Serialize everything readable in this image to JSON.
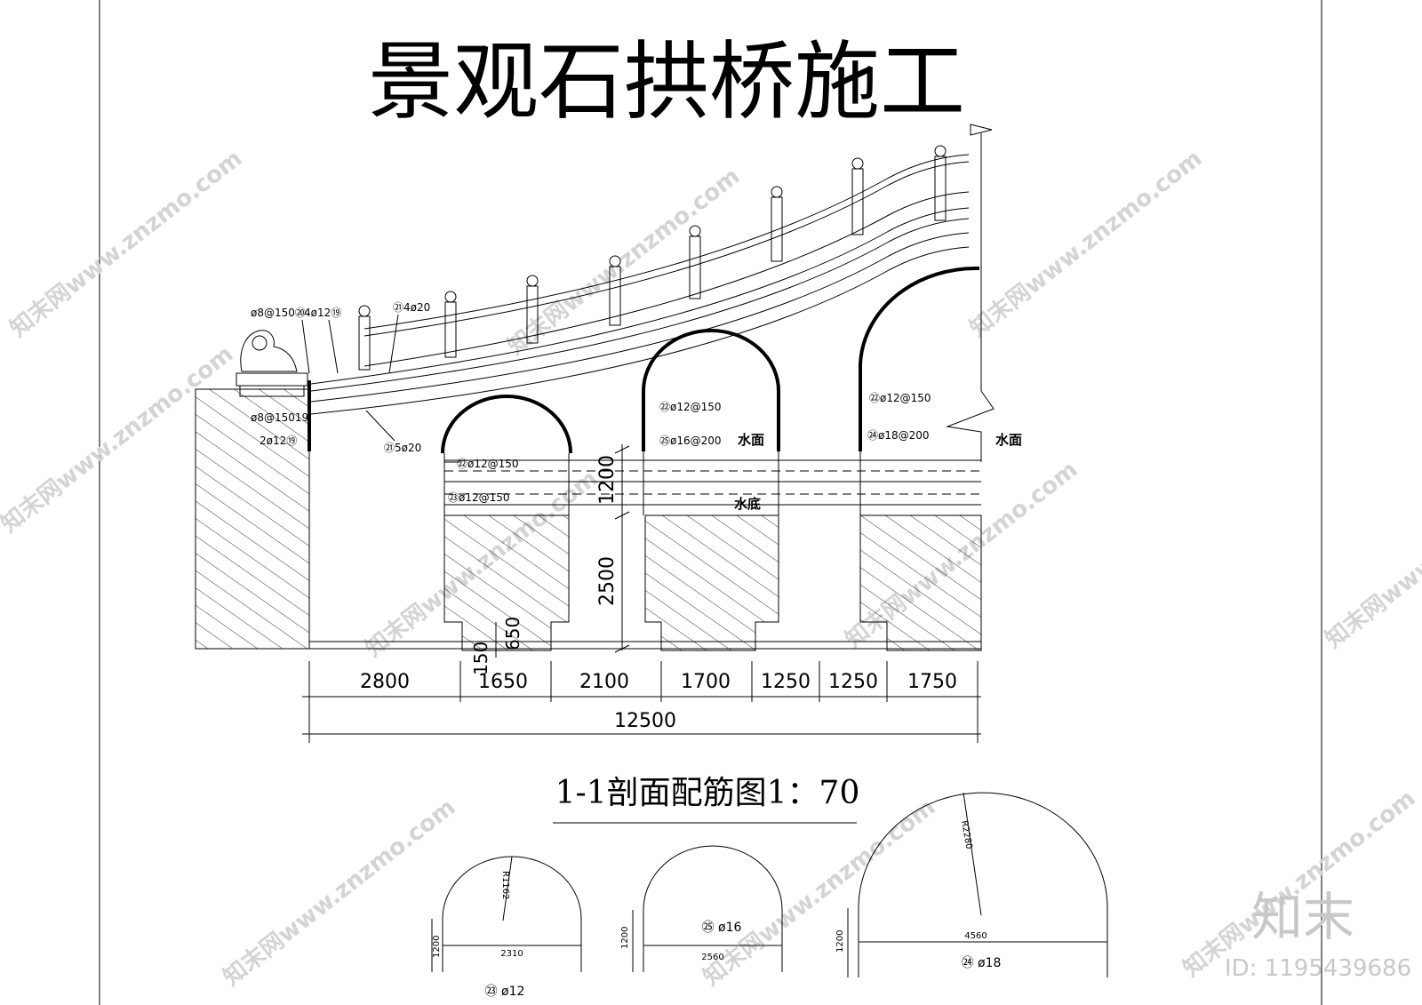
{
  "title": "景观石拱桥施工",
  "section_title": "1-1剖面配筋图1：70",
  "water_labels": {
    "water_surface": "水面",
    "water_bottom": "水底"
  },
  "rebar_labels": [
    {
      "id": "r1",
      "text": "ø8@150⑳"
    },
    {
      "id": "r2",
      "text": "4ø12⑲"
    },
    {
      "id": "r3",
      "text": "㉑4ø20"
    },
    {
      "id": "r4",
      "text": "ø8@15019"
    },
    {
      "id": "r5",
      "text": "2ø12⑲"
    },
    {
      "id": "r6",
      "text": "㉑5ø20"
    },
    {
      "id": "r7",
      "text": "㉒ø12@150"
    },
    {
      "id": "r8",
      "text": "㉓ø12@150"
    },
    {
      "id": "r9",
      "text": "㉒ø12@150"
    },
    {
      "id": "r10",
      "text": "㉕ø16@200"
    },
    {
      "id": "r11",
      "text": "㉒ø12@150"
    },
    {
      "id": "r12",
      "text": "㉔ø18@200"
    }
  ],
  "vertical_dims": [
    "1200",
    "2500",
    "150",
    "650"
  ],
  "horizontal_dims": [
    "2800",
    "1650",
    "2100",
    "1700",
    "1250",
    "1250",
    "1750"
  ],
  "total_dim": "12500",
  "arch_details": [
    {
      "radius": "R1162",
      "height": "1200",
      "width": "2310",
      "rebar": "㉓ ø12"
    },
    {
      "radius": "",
      "height": "1200",
      "width": "2560",
      "rebar": "㉕ ø16"
    },
    {
      "radius": "R2280",
      "height": "1200",
      "width": "4560",
      "rebar": "㉔ ø18"
    }
  ],
  "brand": {
    "logo_text": "知末",
    "id_text": "ID: 1195439686",
    "watermark": "知末网www.znzmo.com"
  }
}
